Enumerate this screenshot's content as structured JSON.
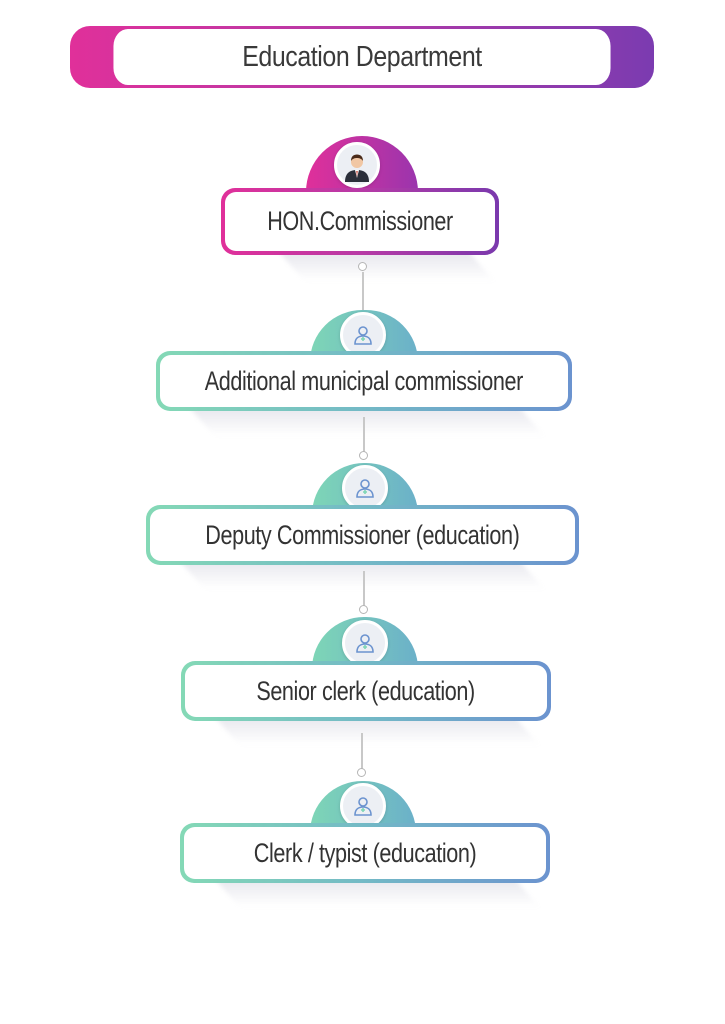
{
  "title": "Education Department",
  "colors": {
    "pink_start": "#e0309a",
    "purple_end": "#7b3bb0",
    "teal_start": "#84d9b6",
    "blue_end": "#6b93cf"
  },
  "nodes": [
    {
      "label": "HON.Commissioner",
      "icon": "person-avatar-icon"
    },
    {
      "label": "Additional municipal commissioner",
      "icon": "user-badge-icon"
    },
    {
      "label": "Deputy Commissioner (education)",
      "icon": "user-badge-icon"
    },
    {
      "label": "Senior clerk (education)",
      "icon": "user-badge-icon"
    },
    {
      "label": "Clerk / typist (education)",
      "icon": "user-badge-icon"
    }
  ]
}
